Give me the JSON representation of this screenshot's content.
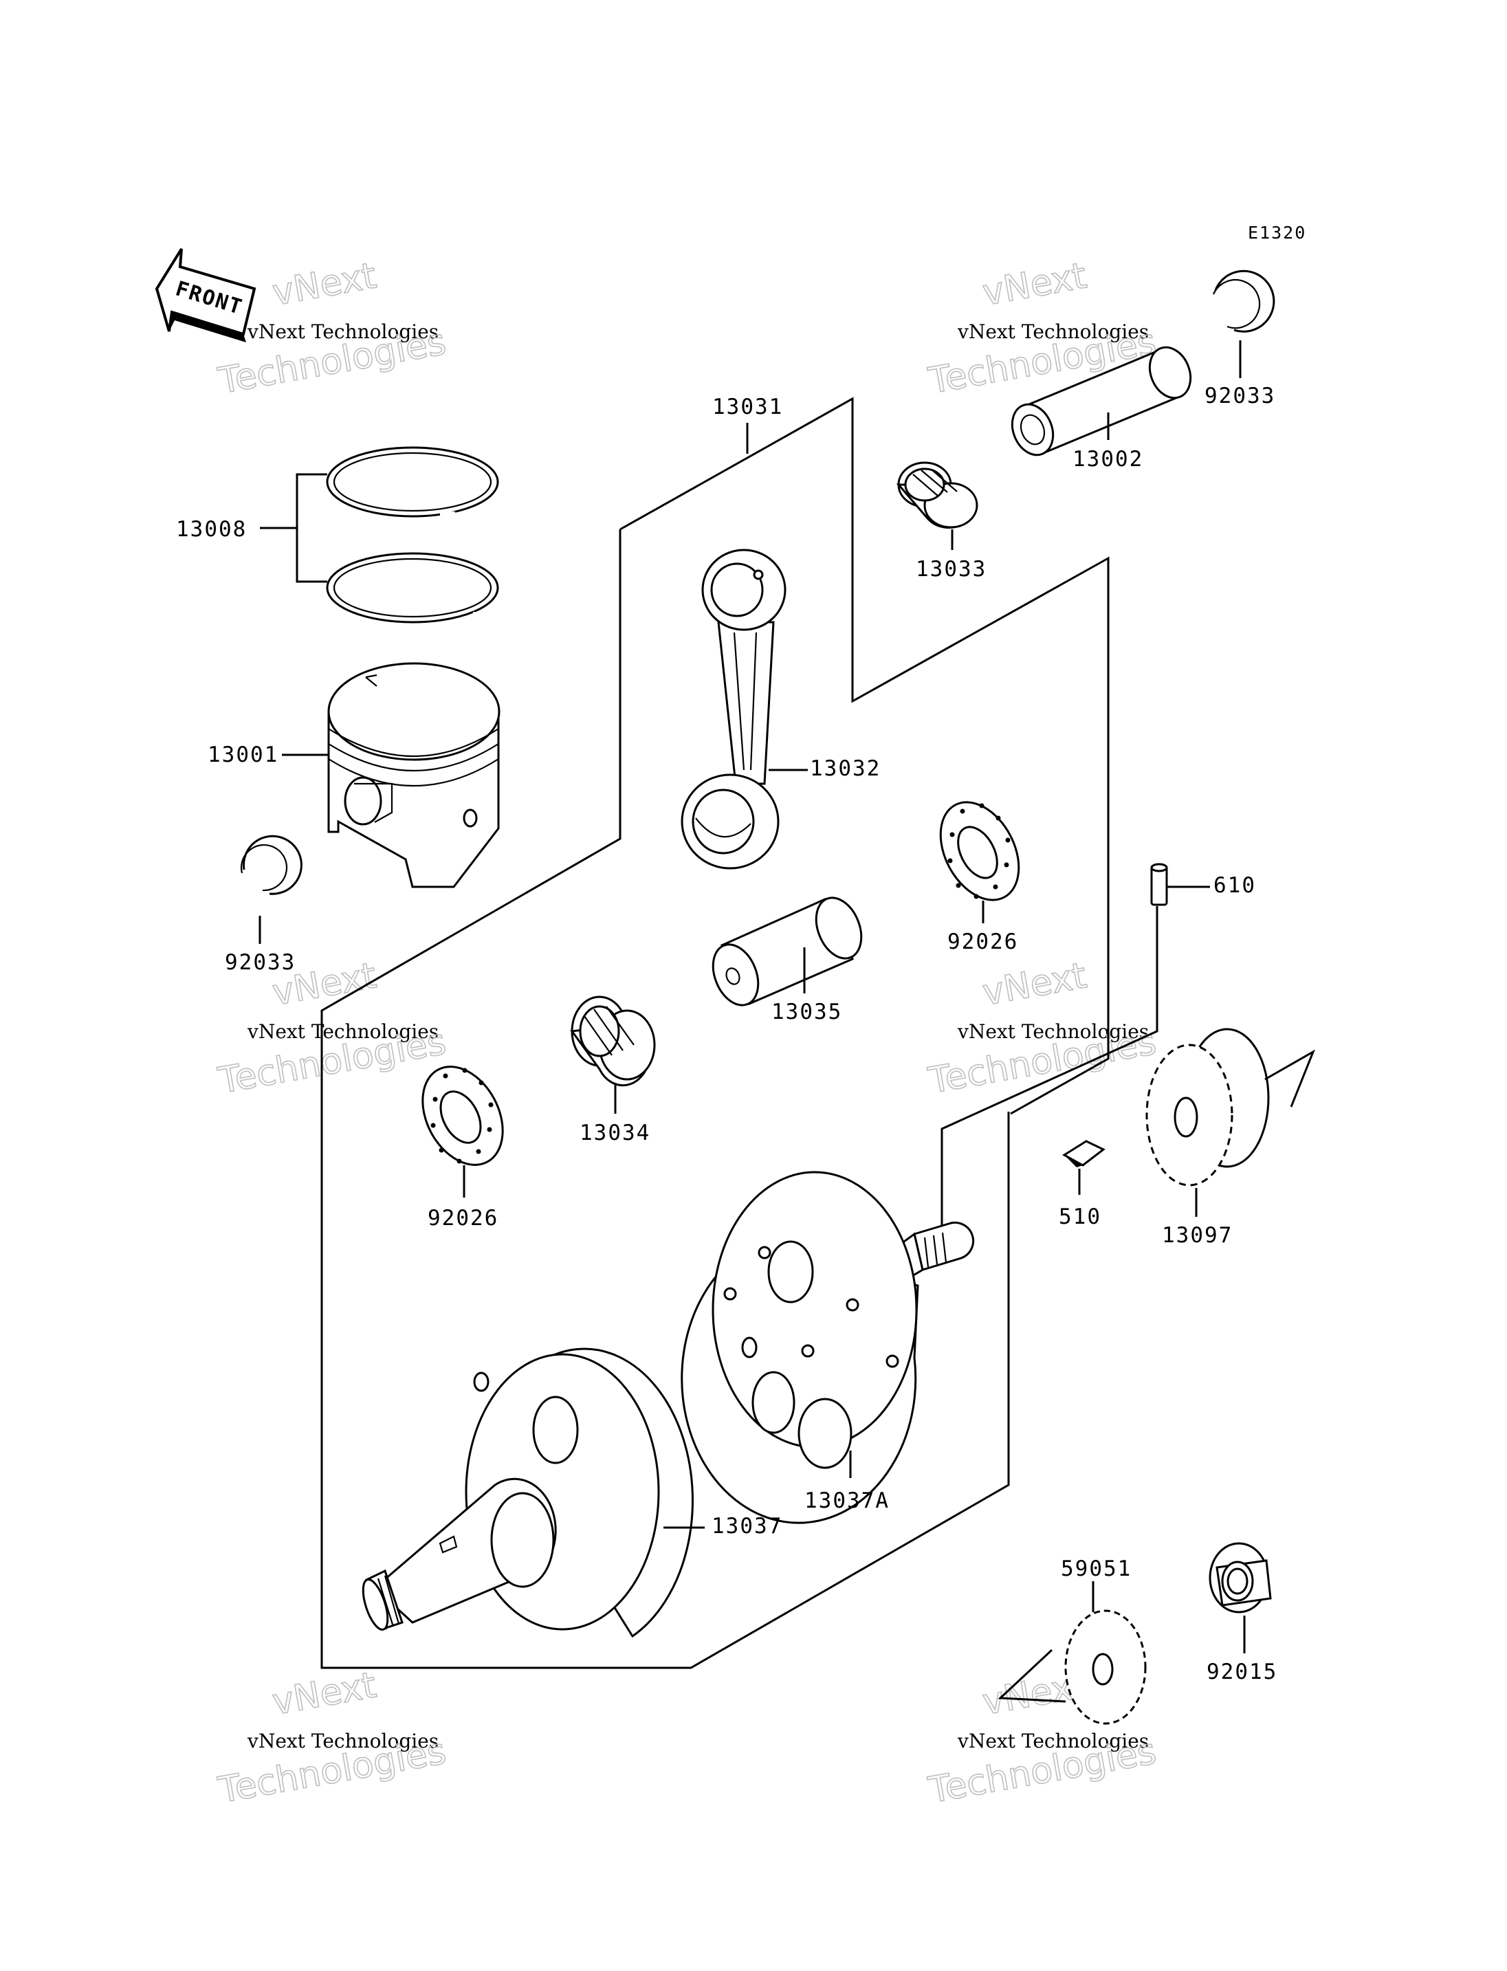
{
  "diagram_code": "E1320",
  "front_label": "FRONT",
  "watermark_small": "vNext Technologies",
  "watermark_large_1": "vNext",
  "watermark_large_2": "Technologies",
  "parts": {
    "p13031": "13031",
    "p13008": "13008",
    "p13001": "13001",
    "p92033_left": "92033",
    "p92033_right": "92033",
    "p13002": "13002",
    "p13033": "13033",
    "p13032": "13032",
    "p92026_right": "92026",
    "p92026_left": "92026",
    "p13035": "13035",
    "p13034": "13034",
    "p610": "610",
    "p510": "510",
    "p13097": "13097",
    "p13037": "13037",
    "p13037A": "13037A",
    "p59051": "59051",
    "p92015": "92015"
  }
}
